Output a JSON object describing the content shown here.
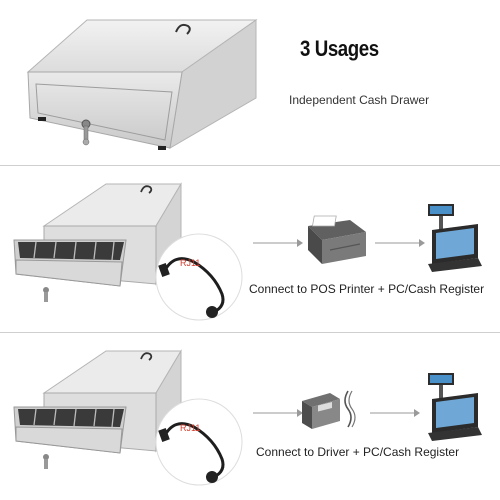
{
  "header": {
    "title": "3 Usages",
    "subtitle": "Independent Cash Drawer"
  },
  "usages": [
    {
      "caption": "Connect to POS Printer + PC/Cash Register",
      "cable_label": "RJ11"
    },
    {
      "caption": "Connect to Driver + PC/Cash Register",
      "cable_label": "RJ11"
    }
  ],
  "colors": {
    "drawer_body": "#e4e4e4",
    "cable_label": "#d63a2a",
    "arrow": "#9a9a9a"
  }
}
